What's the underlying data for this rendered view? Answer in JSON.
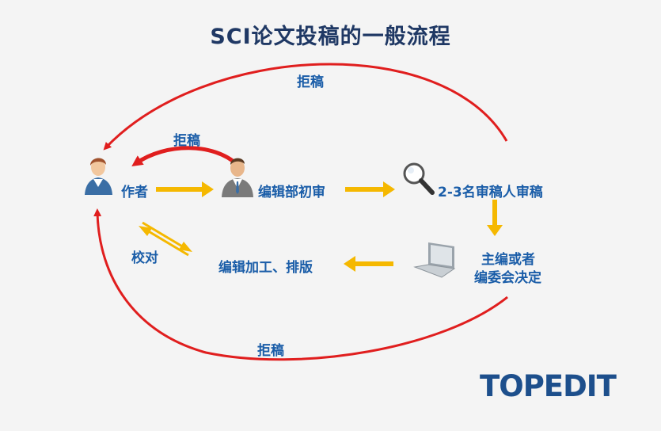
{
  "title": "SCI论文投稿的一般流程",
  "nodes": {
    "author": "作者",
    "editor_initial": "编辑部初审",
    "reviewers": "2-3名审稿人审稿",
    "decision_line1": "主编或者",
    "decision_line2": "编委会决定",
    "editing": "编辑加工、排版"
  },
  "edges": {
    "reject_top": "拒稿",
    "reject_editor": "拒稿",
    "reject_bottom": "拒稿",
    "proofread": "校对"
  },
  "logo": "TOPEDIT",
  "colors": {
    "reject_arrow": "#e01e1e",
    "flow_arrow": "#f5b800",
    "text": "#1a5da8",
    "title": "#1f3864"
  }
}
